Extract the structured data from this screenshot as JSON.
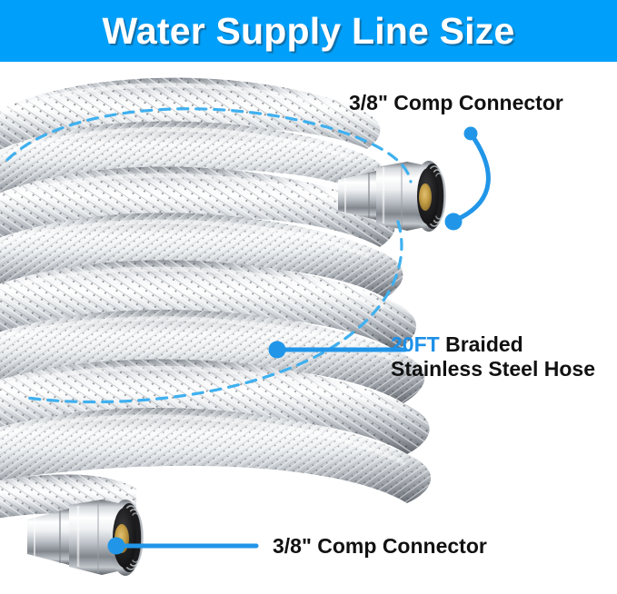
{
  "banner": {
    "title": "Water Supply Line Size",
    "background_color": "#00a0fa",
    "text_color": "#ffffff"
  },
  "product": {
    "type": "braided-stainless-steel-water-supply-line",
    "background_color": "#ffffff"
  },
  "callouts": [
    {
      "id": "top-connector",
      "label": "3/8\" Comp Connector",
      "accent_color": "#2196e8",
      "pointer": "curved-line-with-dots",
      "anchor": "top-right connector nut"
    },
    {
      "id": "hose-length",
      "label_accent": "20FT",
      "label_line1_rest": " Braided",
      "label_line2": "Stainless Steel Hose",
      "accent_color": "#1e90e8",
      "pointer": "straight-line-with-dot",
      "anchor": "coiled hose body"
    },
    {
      "id": "bottom-connector",
      "label": "3/8\" Comp Connector",
      "accent_color": "#2196e8",
      "pointer": "straight-line-with-dot",
      "anchor": "bottom-left connector nut"
    }
  ],
  "annotations": {
    "coil_outline": {
      "style": "dashed",
      "color": "#3fb0ef",
      "description": "dashed arc tracing the coil loop"
    }
  }
}
